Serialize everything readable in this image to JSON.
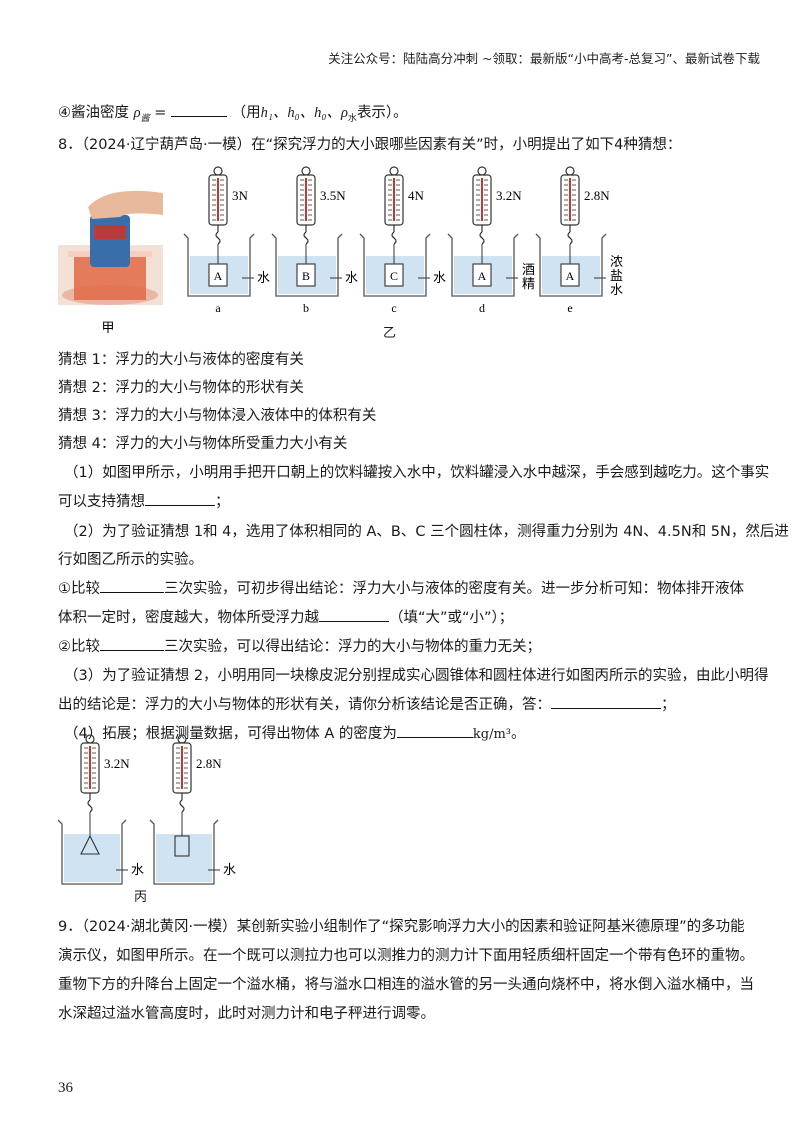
{
  "header": "关注公众号：陆陆高分冲刺  ~领取：最新版“小中高考-总复习”、最新试卷下载",
  "q_prev": {
    "prefix": "④酱油密度",
    "symbol": "ρ",
    "symbol_sub": "酱",
    "equals": "=",
    "suffix_open": "（用",
    "vars": "h₁、h₀、h₀、ρ",
    "vars_sub": "水",
    "suffix_close": "表示）。"
  },
  "q8": {
    "title": "8．（2024·辽宁葫芦岛·一模）在“探究浮力的大小跟哪些因素有关”时，小明提出了如下4种猜想：",
    "fig_jia": "甲",
    "fig_yi": "乙",
    "fig_bing": "丙",
    "beakers": [
      {
        "reading": "3N",
        "block": "A",
        "liquid": "水",
        "label": "a"
      },
      {
        "reading": "3.5N",
        "block": "B",
        "liquid": "水",
        "label": "b"
      },
      {
        "reading": "4N",
        "block": "C",
        "liquid": "水",
        "label": "c"
      },
      {
        "reading": "3.2N",
        "block": "A",
        "liquid": "酒精",
        "label": "d"
      },
      {
        "reading": "2.8N",
        "block": "A",
        "liquid": "浓盐水",
        "label": "e"
      }
    ],
    "bing_beakers": [
      {
        "reading": "3.2N",
        "liquid": "水",
        "shape": "cone"
      },
      {
        "reading": "2.8N",
        "liquid": "水",
        "shape": "cylinder"
      }
    ],
    "guesses": [
      "猜想 1：浮力的大小与液体的密度有关",
      "猜想 2：浮力的大小与物体的形状有关",
      "猜想 3：浮力的大小与物体浸入液体中的体积有关",
      "猜想 4：浮力的大小与物体所受重力大小有关"
    ],
    "p1_a": "（1）如图甲所示，小明用手把开口朝上的饮料罐按入水中，饮料罐浸入水中越深，手会感到越吃力。这个事实",
    "p1_b": "可以支持猜想",
    "p1_c": "；",
    "p2_a": "（2）为了验证猜想 1和 4，选用了体积相同的 A、B、C 三个圆柱体，测得重力分别为 4N、4.5N和 5N，然后进",
    "p2_b": "行如图乙所示的实验。",
    "p2_c1": "①比较",
    "p2_c2": "三次实验，可初步得出结论：浮力大小与液体的密度有关。进一步分析可知：物体排开液体",
    "p2_d1": "体积一定时，密度越大，物体所受浮力越",
    "p2_d2": "（填“大”或“小”）；",
    "p2_e1": "②比较",
    "p2_e2": "三次实验，可以得出结论：浮力的大小与物体的重力无关；",
    "p3_a": "（3）为了验证猜想 2，小明用同一块橡皮泥分别捏成实心圆锥体和圆柱体进行如图丙所示的实验，由此小明得",
    "p3_b": "出的结论是：浮力的大小与物体的形状有关，请你分析该结论是否正确，答：",
    "p3_c": "；",
    "p4_a": "（4）拓展；根据测量数据，可得出物体 A 的密度为",
    "p4_unit": "kg/m³",
    "p4_end": "。"
  },
  "q9": {
    "l1": "9．（2024·湖北黄冈·一模）某创新实验小组制作了“探究影响浮力大小的因素和验证阿基米德原理”的多功能",
    "l2": "演示仪，如图甲所示。在一个既可以测拉力也可以测推力的测力计下面用轻质细杆固定一个带有色环的重物。",
    "l3": "重物下方的升降台上固定一个溢水桶，将与溢水口相连的溢水管的另一头通向烧杯中，将水倒入溢水桶中，当",
    "l4": "水深超过溢水管高度时，此时对测力计和电子秤进行调零。"
  },
  "page_number": "36"
}
